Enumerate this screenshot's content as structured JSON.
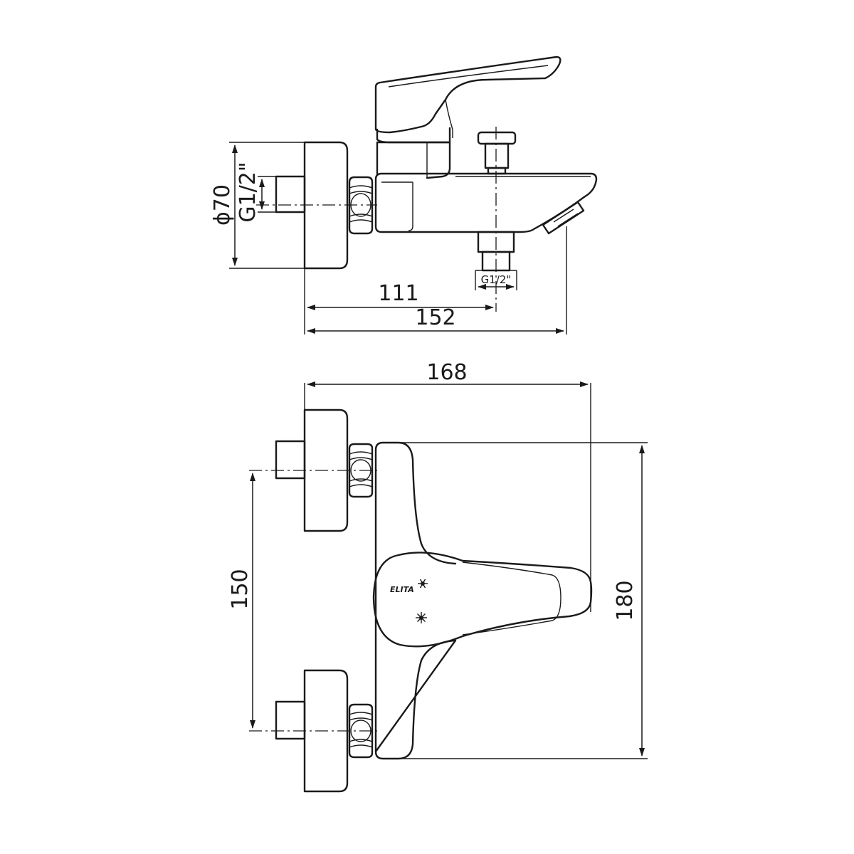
{
  "side_view": {
    "dims": {
      "diameter": "ϕ70",
      "thread_inlet": "G1/2\"",
      "thread_outlet": "G1/2\"",
      "length_111": "111",
      "length_152": "152"
    }
  },
  "front_view": {
    "dims": {
      "width": "168",
      "centers": "150",
      "height": "180"
    },
    "logo_text": "ELITA"
  },
  "icons": [
    "snowflake-icon",
    "sun-icon"
  ],
  "colors": {
    "line": "#1a1a1a",
    "background": "#ffffff"
  }
}
